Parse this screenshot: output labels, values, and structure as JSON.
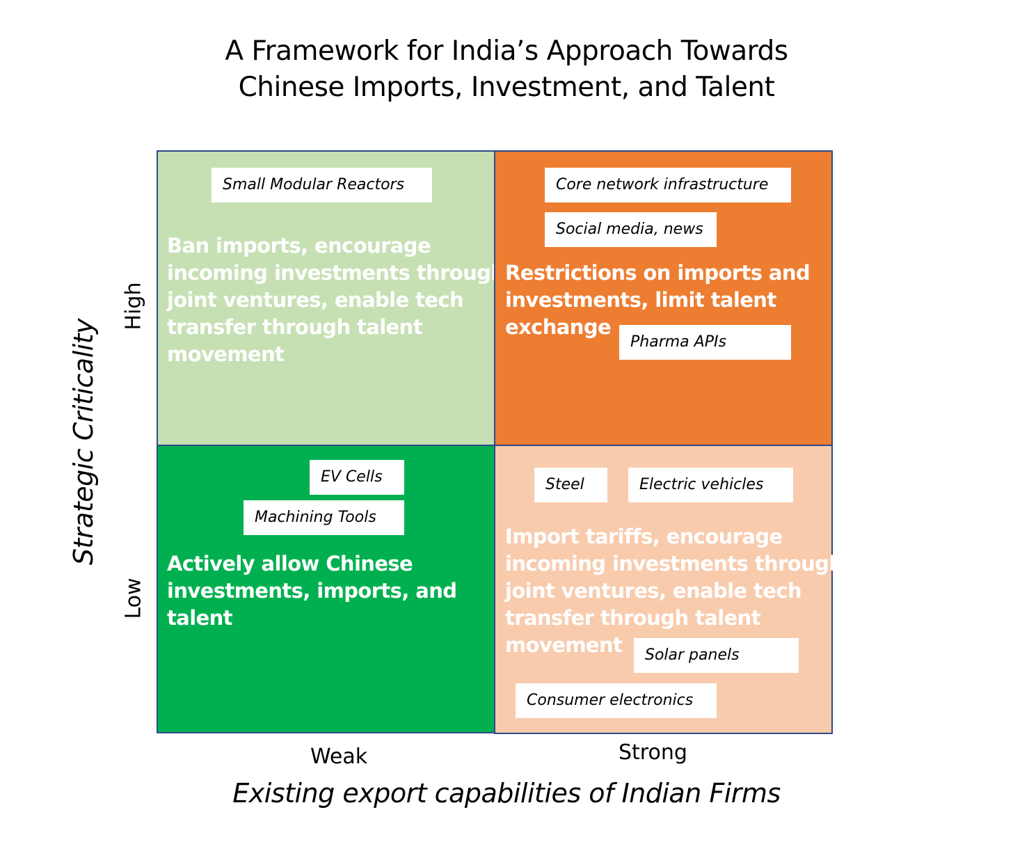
{
  "title": {
    "line1": "A Framework for India’s Approach Towards",
    "line2": "Chinese Imports, Investment, and Talent"
  },
  "axes": {
    "y_label": "Strategic Criticality",
    "y_high": "High",
    "y_low": "Low",
    "x_label": "Existing export capabilities of Indian Firms",
    "x_weak": "Weak",
    "x_strong": "Strong"
  },
  "colors": {
    "top_left": "#c6e0b4",
    "top_right": "#ed7d31",
    "bottom_left": "#00b050",
    "bottom_right": "#f8cbad",
    "border": "#2f4a8a"
  },
  "quadrants": {
    "top_left": {
      "policy": "Ban imports, encourage\nincoming investments through\njoint ventures, enable tech\ntransfer through talent\nmovement",
      "tags": [
        "Small Modular Reactors"
      ]
    },
    "top_right": {
      "policy": "Restrictions on imports and\ninvestments, limit talent\nexchange",
      "tags": [
        "Core network infrastructure",
        "Social media, news",
        "Pharma APIs"
      ]
    },
    "bottom_left": {
      "policy": "Actively allow Chinese\ninvestments, imports, and\ntalent",
      "tags": [
        "EV Cells",
        "Machining Tools"
      ]
    },
    "bottom_right": {
      "policy": "Import tariffs, encourage\nincoming investments through\njoint ventures, enable tech\ntransfer through talent\nmovement",
      "tags": [
        "Steel",
        "Electric vehicles",
        "Solar panels",
        "Consumer electronics"
      ]
    }
  }
}
